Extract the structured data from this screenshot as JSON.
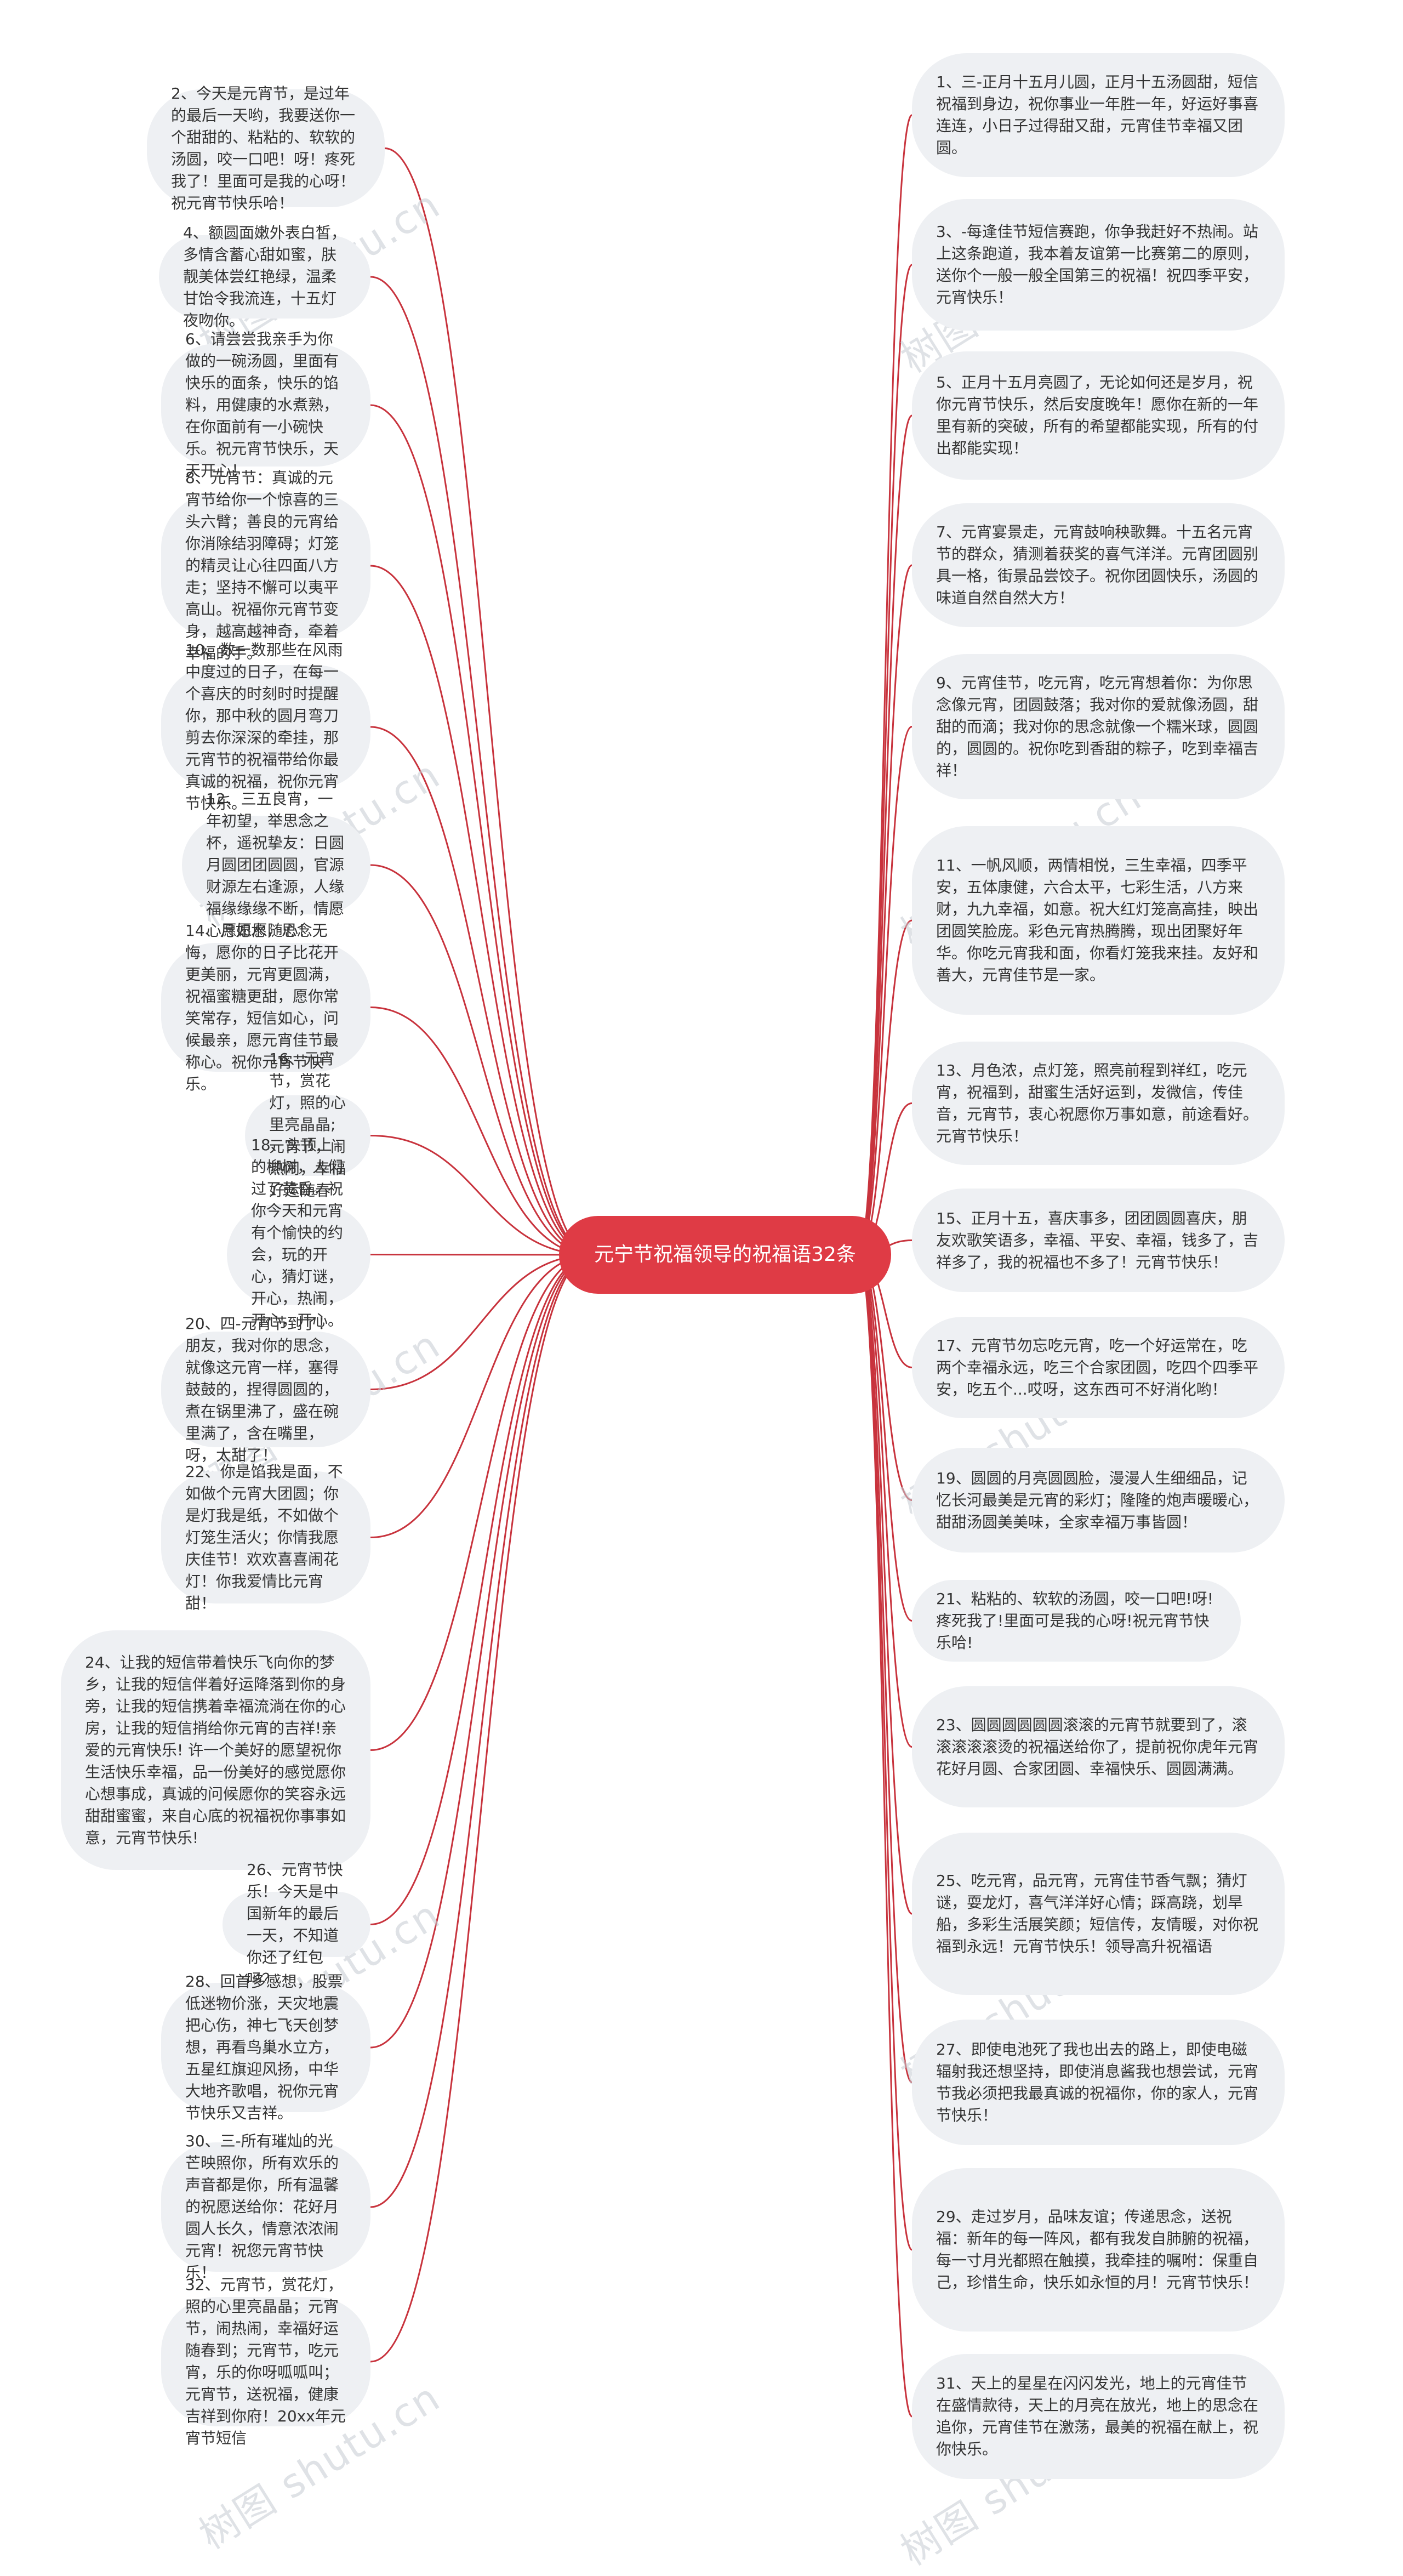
{
  "center": "元宁节祝福领导的祝福语32条",
  "watermark": "树图 shutu.cn",
  "colors": {
    "center_fill": "#df3b45",
    "link": "#c8333d",
    "node_fill": "#eef0f3",
    "text": "#333333"
  },
  "left_nodes": [
    "2、今天是元宵节，是过年的最后一天哟，我要送你一个甜甜的、粘粘的、软软的汤圆，咬一口吧！呀！疼死我了！里面可是我的心呀！祝元宵节快乐哈！",
    "4、额圆面嫩外表白皙，多情含蓄心甜如蜜，肤靓美体尝红艳绿，温柔甘饴令我流连，十五灯夜吻你。",
    "6、请尝尝我亲手为你做的一碗汤圆，里面有快乐的面条，快乐的馅料，用健康的水煮熟，在你面前有一小碗快乐。祝元宵节快乐，天天开心！",
    "8、元宵节：真诚的元宵节给你一个惊喜的三头六臂；善良的元宵给你消除结羽障碍；灯笼的精灵让心往四面八方走；坚持不懈可以夷平高山。祝福你元宵节变身，越高越神奇，牵着幸福的手。",
    "10、数一数那些在风雨中度过的日子，在每一个喜庆的时刻时时提醒你，那中秋的圆月弯刀剪去你深深的牵挂，那元宵节的祝福带给你最真诚的祝福，祝你元宵节快乐。",
    "12、三五良宵，一年初望，举思念之杯，遥祝挚友：日圆月圆团团圆圆，官源财源左右逢源，人缘福缘缘缘不断，情愿心愿愿愿随心！",
    "14、月如水，思念无悔，愿你的日子比花开更美丽，元宵更圆满，祝福蜜糖更甜，愿你常笑常存，短信如心，问候最亲，愿元宵佳节最称心。祝你元宵节快乐。",
    "16、元宵节，赏花灯，照的心里亮晶晶;元宵节，闹热闹，幸福好运随春到。",
    "18、头顶上的柳树，人们过了黄昏。祝你今天和元宵有个愉快的约会，玩的开心，猜灯谜，开心，热闹，开心，开心。祝你节日快乐。",
    "20、四-元宵节到了！朋友，我对你的思念，就像这元宵一样，塞得鼓鼓的，捏得圆圆的，煮在锅里沸了，盛在碗里满了，含在嘴里，呀，太甜了！",
    "22、你是馅我是面，不如做个元宵大团圆；你是灯我是纸，不如做个灯笼生活火；你情我愿庆佳节！欢欢喜喜闹花灯！你我爱情比元宵甜！",
    "24、让我的短信带着快乐飞向你的梦乡，让我的短信伴着好运降落到你的身旁，让我的短信携着幸福流淌在你的心房，让我的短信捎给你元宵的吉祥!亲爱的元宵快乐! 许一个美好的愿望祝你生活快乐幸福，品一份美好的感觉愿你心想事成，真诚的问候愿你的笑容永远甜甜蜜蜜，来自心底的祝福祝你事事如意，元宵节快乐!",
    "26、元宵节快乐！今天是中国新年的最后一天，不知道你还了红包吗？",
    "28、回首多感想，股票低迷物价涨，天灾地震把心伤，神七飞天创梦想，再看鸟巢水立方，五星红旗迎风扬，中华大地齐歌唱，祝你元宵节快乐又吉祥。",
    "30、三-所有璀灿的光芒映照你，所有欢乐的声音都是你，所有温馨的祝愿送给你：花好月圆人长久，情意浓浓闹元宵！祝您元宵节快乐！",
    "32、元宵节，赏花灯，照的心里亮晶晶；元宵节，闹热闹，幸福好运随春到；元宵节，吃元宵，乐的你呀呱呱叫；元宵节，送祝福，健康吉祥到你府！20xx年元宵节短信"
  ],
  "right_nodes": [
    "1、三-正月十五月儿圆，正月十五汤圆甜，短信祝福到身边，祝你事业一年胜一年，好运好事喜连连，小日子过得甜又甜，元宵佳节幸福又团圆。",
    "3、-每逢佳节短信赛跑，你争我赶好不热闹。站上这条跑道，我本着友谊第一比赛第二的原则，送你个一般一般全国第三的祝福！祝四季平安，元宵快乐！",
    "5、正月十五月亮圆了，无论如何还是岁月，祝你元宵节快乐，然后安度晚年！愿你在新的一年里有新的突破，所有的希望都能实现，所有的付出都能实现！",
    "7、元宵宴景走，元宵鼓响秧歌舞。十五名元宵节的群众，猜测着获奖的喜气洋洋。元宵团圆别具一格，街景品尝饺子。祝你团圆快乐，汤圆的味道自然自然大方！",
    "9、元宵佳节，吃元宵，吃元宵想着你：为你思念像元宵，团圆鼓落；我对你的爱就像汤圆，甜甜的而滴；我对你的思念就像一个糯米球，圆圆的，圆圆的。祝你吃到香甜的粽子，吃到幸福吉祥！",
    "11、一帆风顺，两情相悦，三生幸福，四季平安，五体康健，六合太平，七彩生活，八方来财，九九幸福，如意。祝大红灯笼高高挂，映出团圆笑脸庞。彩色元宵热腾腾，现出团聚好年华。你吃元宵我和面，你看灯笼我来挂。友好和善大，元宵佳节是一家。",
    "13、月色浓，点灯笼，照亮前程到祥红，吃元宵，祝福到，甜蜜生活好运到，发微信，传佳音，元宵节，衷心祝愿你万事如意，前途看好。元宵节快乐！",
    "15、正月十五，喜庆事多，团团圆圆喜庆，朋友欢歌笑语多，幸福、平安、幸福，钱多了，吉祥多了，我的祝福也不多了！元宵节快乐！",
    "17、元宵节勿忘吃元宵，吃一个好运常在，吃两个幸福永远，吃三个合家团圆，吃四个四季平安，吃五个...哎呀，这东西可不好消化哟！",
    "19、圆圆的月亮圆圆脸，漫漫人生细细品，记忆长河最美是元宵的彩灯；隆隆的炮声暖暖心，甜甜汤圆美美味，全家幸福万事皆圆！",
    "21、粘粘的、软软的汤圆，咬一口吧!呀!疼死我了!里面可是我的心呀!祝元宵节快乐哈!",
    "23、圆圆圆圆圆圆滚滚的元宵节就要到了，滚滚滚滚滚烫的祝福送给你了，提前祝你虎年元宵花好月圆、合家团圆、幸福快乐、圆圆满满。",
    "25、吃元宵，品元宵，元宵佳节香气飘；猜灯谜，耍龙灯，喜气洋洋好心情；踩高跷，划旱船，多彩生活展笑颜；短信传，友情暖，对你祝福到永远！元宵节快乐！领导高升祝福语",
    "27、即使电池死了我也出去的路上，即使电磁辐射我还想坚持，即使消息酱我也想尝试，元宵节我必须把我最真诚的祝福你，你的家人，元宵节快乐！",
    "29、走过岁月，品味友谊；传递思念，送祝福：新年的每一阵风，都有我发自肺腑的祝福，每一寸月光都照在触摸，我牵挂的嘱咐：保重自己，珍惜生命，快乐如永恒的月！元宵节快乐！",
    "31、天上的星星在闪闪发光，地上的元宵佳节在盛情款待，天上的月亮在放光，地上的思念在追你，元宵佳节在激荡，最美的祝福在献上，祝你快乐。"
  ]
}
